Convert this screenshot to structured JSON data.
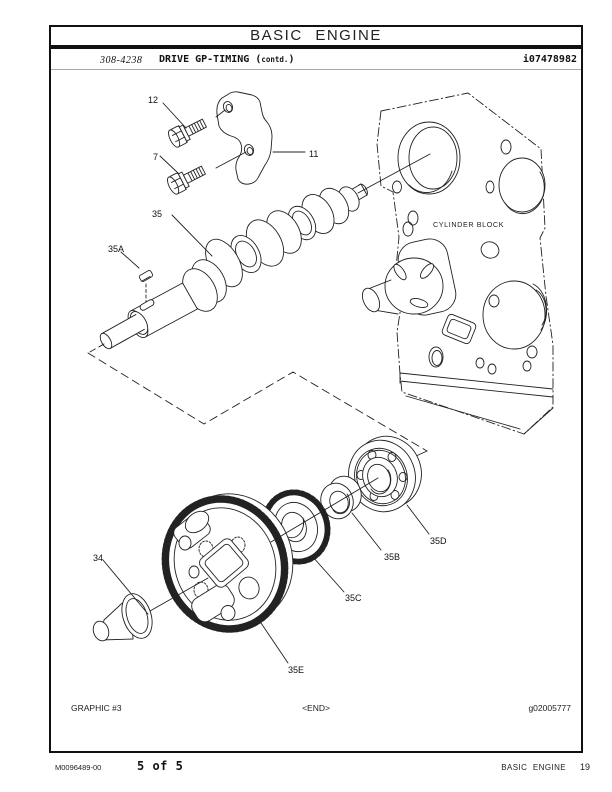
{
  "header": {
    "title": "BASIC ENGINE"
  },
  "title_bar": {
    "form_number": "308-4238",
    "section_title": "DRIVE GP-TIMING (",
    "contd": "contd.",
    "close_paren": ")",
    "info_id": "i07478982"
  },
  "diagram": {
    "block_label": "CYLINDER BLOCK",
    "callouts": [
      "12",
      "7",
      "11",
      "35",
      "35A",
      "34",
      "35B",
      "35C",
      "35D",
      "35E"
    ],
    "graphic_label": "GRAPHIC #3",
    "end_marker": "<END>",
    "graphic_id": "g02005777"
  },
  "page_footer": {
    "doc_code": "M0096489-00",
    "page_indicator": "5 of 5",
    "section": "BASIC ENGINE",
    "page_number": "19"
  },
  "colors": {
    "line": "#222222",
    "rule": "#aaaaaa",
    "border": "#111111",
    "background": "#ffffff"
  }
}
